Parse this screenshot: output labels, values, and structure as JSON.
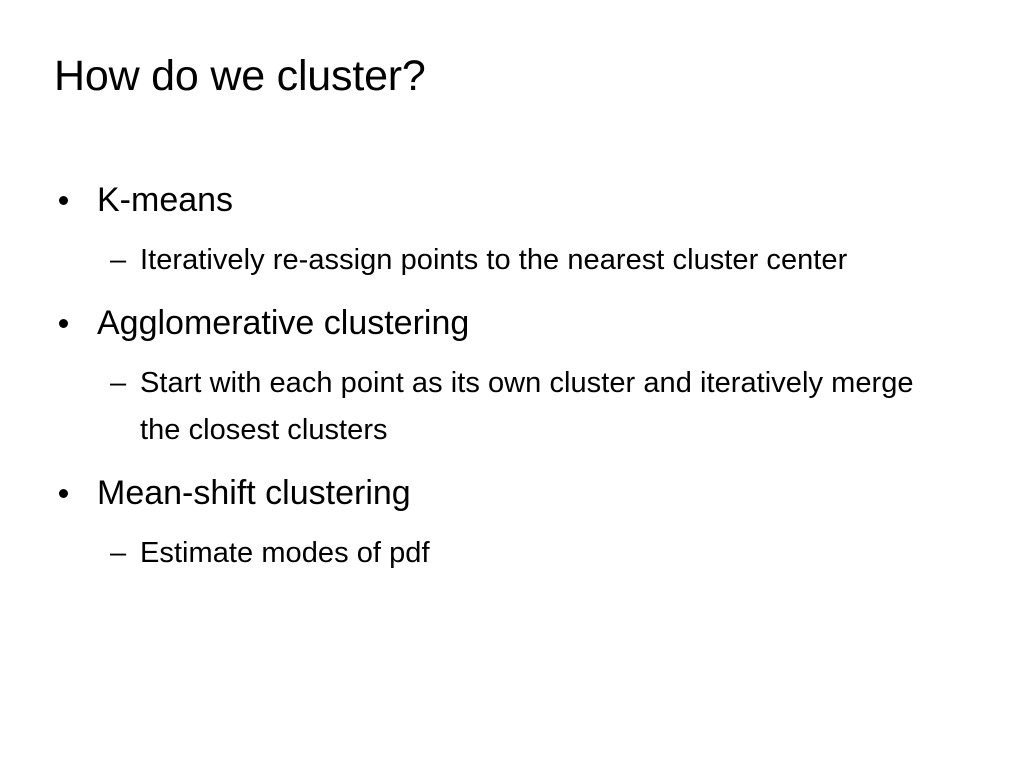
{
  "slide": {
    "title": "How do we cluster?",
    "background_color": "#ffffff",
    "text_color": "#000000",
    "level1_bullet_glyph": "•",
    "level2_bullet_glyph": "–",
    "bullets": [
      {
        "level": 1,
        "text": "K-means"
      },
      {
        "level": 2,
        "text": "Iteratively re-assign points to the nearest cluster center"
      },
      {
        "level": 1,
        "text": "Agglomerative clustering"
      },
      {
        "level": 2,
        "text": "Start with each point as its own cluster and iteratively merge the closest clusters"
      },
      {
        "level": 1,
        "text": "Mean-shift clustering"
      },
      {
        "level": 2,
        "text": "Estimate modes of pdf"
      }
    ]
  }
}
